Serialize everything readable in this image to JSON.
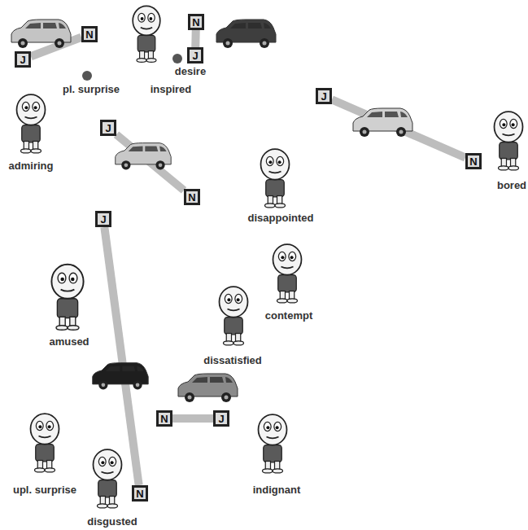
{
  "diagram": {
    "nodes": [
      {
        "text": [
          "J"
        ]
      },
      {
        "text": [
          "N"
        ]
      },
      {
        "text": [
          "N"
        ]
      },
      {
        "text": [
          "J"
        ]
      },
      {
        "text": [
          "J"
        ]
      },
      {
        "text": [
          "N"
        ]
      },
      {
        "text": [
          "J"
        ]
      },
      {
        "text": [
          "N"
        ]
      },
      {
        "text": [
          "J"
        ]
      },
      {
        "text": [
          "N"
        ]
      },
      {
        "text": [
          "N"
        ]
      },
      {
        "text": [
          "J"
        ]
      }
    ],
    "edges": [
      {
        "from": 0,
        "to": 1,
        "arrow": "none"
      },
      {
        "from": 3,
        "to": 2,
        "arrow": "none"
      },
      {
        "from": 4,
        "to": 5,
        "arrow": "none"
      },
      {
        "from": 6,
        "to": 7,
        "arrow": "none"
      },
      {
        "from": 8,
        "to": 9,
        "arrow": "none"
      },
      {
        "from": 11,
        "to": 10,
        "arrow": "none"
      }
    ],
    "labels": [
      "pl. surprise",
      "inspired",
      "desire",
      "admiring",
      "bored",
      "disappointed",
      "amused",
      "contempt",
      "dissatisfied",
      "indignant",
      "upl. surprise",
      "disgusted"
    ]
  }
}
